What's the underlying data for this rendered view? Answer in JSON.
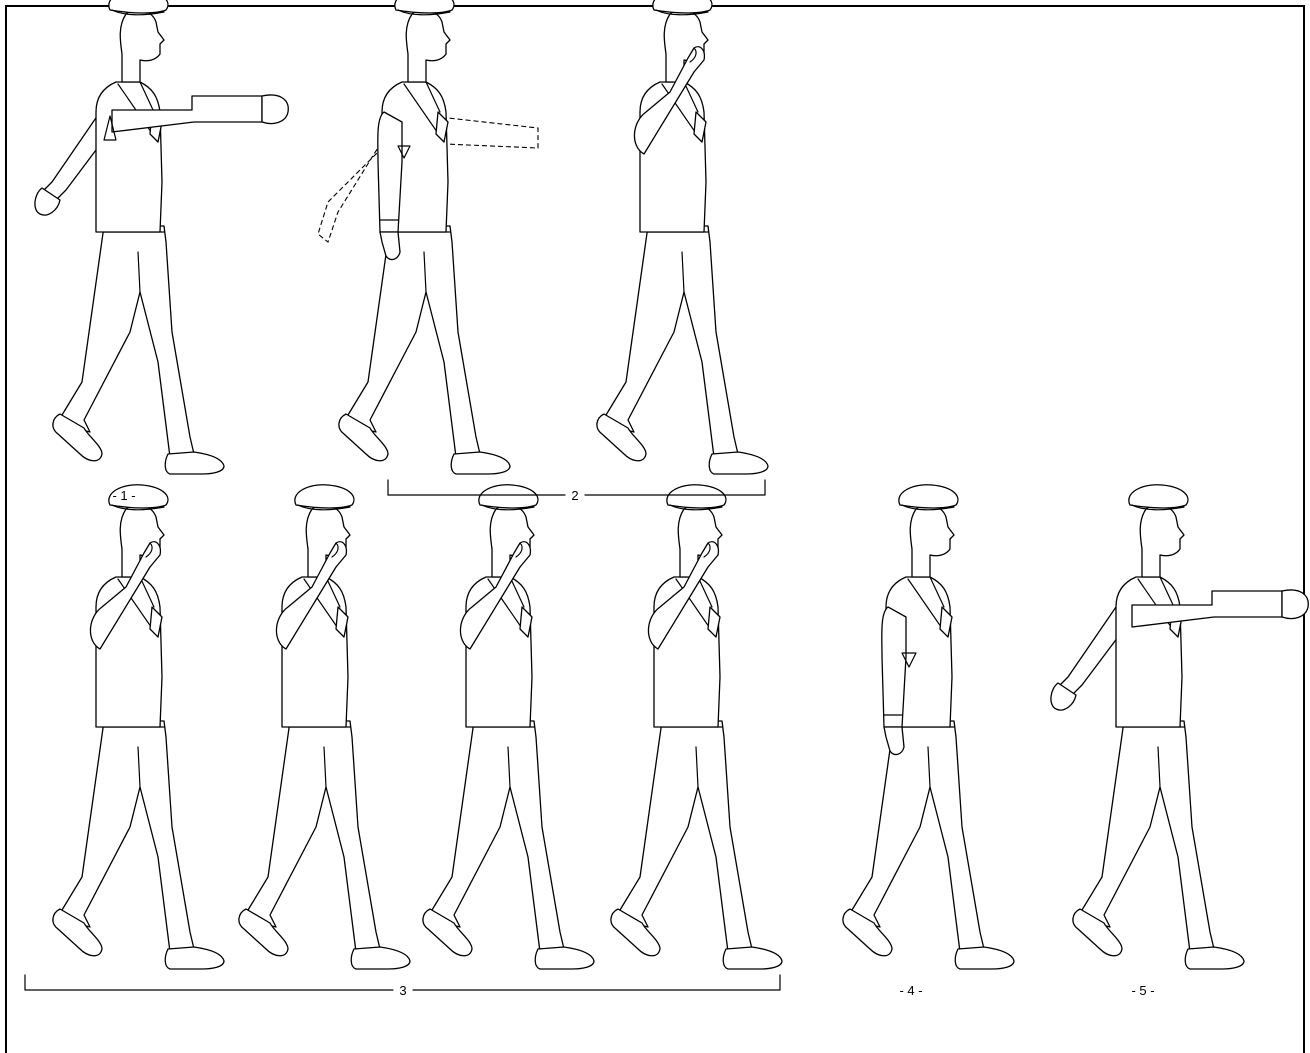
{
  "labels": {
    "step1": "- 1 -",
    "step2": "2",
    "step3": "3",
    "step4": "- 4 -",
    "step5": "- 5 -"
  }
}
